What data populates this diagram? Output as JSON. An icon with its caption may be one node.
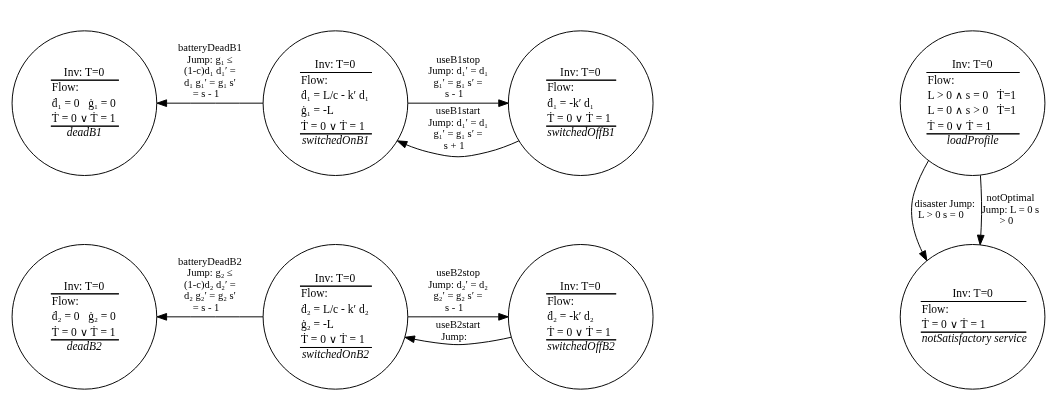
{
  "diagram": {
    "nodes": [
      {
        "text": [
          "Inv: T=0",
          "Flow:",
          "ḋ₁ = 0   ġ₁ = 0",
          "Ṫ = 0 ∨ Ṫ = 1",
          "deadB1"
        ]
      },
      {
        "text": [
          "Inv: T=0",
          "Flow:",
          "ḋ₁ = L/c - k′ d₁",
          "ġ₁ = -L",
          "Ṫ = 0 ∨ Ṫ = 1",
          "switchedOnB1"
        ]
      },
      {
        "text": [
          "Inv: T=0",
          "Flow:",
          "ḋ₁ = -k′ d₁",
          "Ṫ = 0 ∨ Ṫ = 1",
          "switchedOffB1"
        ]
      },
      {
        "text": [
          "Inv: T=0",
          "Flow:",
          "L > 0 ∧ s = 0   Ṫ=1",
          "L = 0 ∧ s > 0   Ṫ=1",
          "Ṫ = 0 ∨ Ṫ = 1",
          "loadProfile"
        ]
      },
      {
        "text": [
          "Inv: T=0",
          "Flow:",
          "ḋ₂ = 0   ġ₂ = 0",
          "Ṫ = 0 ∨ Ṫ = 1",
          "deadB2"
        ]
      },
      {
        "text": [
          "Inv: T=0",
          "Flow:",
          "ḋ₂ = L/c - k′ d₂",
          "ġ₂ = -L",
          "Ṫ = 0 ∨ Ṫ = 1",
          "switchedOnB2"
        ]
      },
      {
        "text": [
          "Inv: T=0",
          "Flow:",
          "ḋ₂ = -k′ d₂",
          "Ṫ = 0 ∨ Ṫ = 1",
          "switchedOffB2"
        ]
      },
      {
        "text": [
          "Inv: T=0",
          "Flow:",
          "Ṫ = 0 ∨ Ṫ = 1",
          "notSatisfactory service"
        ]
      }
    ],
    "edges": [
      {
        "from": 1,
        "to": 0,
        "arrow": "to",
        "label": "batteryDeadB1 Jump: g₁ ≤ (1-c)d₁ d₁′ = d₁ g₁′ = g₁ s′ = s - 1"
      },
      {
        "from": 1,
        "to": 2,
        "arrow": "to",
        "label": "useB1stop Jump: d₁′ = d₁ g₁′ = g₁ s′ = s - 1"
      },
      {
        "from": 2,
        "to": 1,
        "arrow": "to",
        "label": "useB1start Jump: d₁′ = d₁ g₁′ = g₁ s′ = s + 1"
      },
      {
        "from": 5,
        "to": 4,
        "arrow": "to",
        "label": "batteryDeadB2 Jump: g₂ ≤ (1-c)d₂ d₂′ = d₂ g₂′ = g₂ s′ = s - 1"
      },
      {
        "from": 5,
        "to": 6,
        "arrow": "to",
        "label": "useB2stop Jump: d₂′ = d₂ g₂′ = g₂ s′ = s - 1"
      },
      {
        "from": 6,
        "to": 5,
        "arrow": "to",
        "label": "useB2start Jump:"
      },
      {
        "from": 3,
        "to": 7,
        "arrow": "to",
        "label": "disaster Jump: L > 0 s = 0"
      },
      {
        "from": 3,
        "to": 7,
        "arrow": "to",
        "label": "notOptimal Jump: L = 0 s > 0"
      }
    ]
  }
}
